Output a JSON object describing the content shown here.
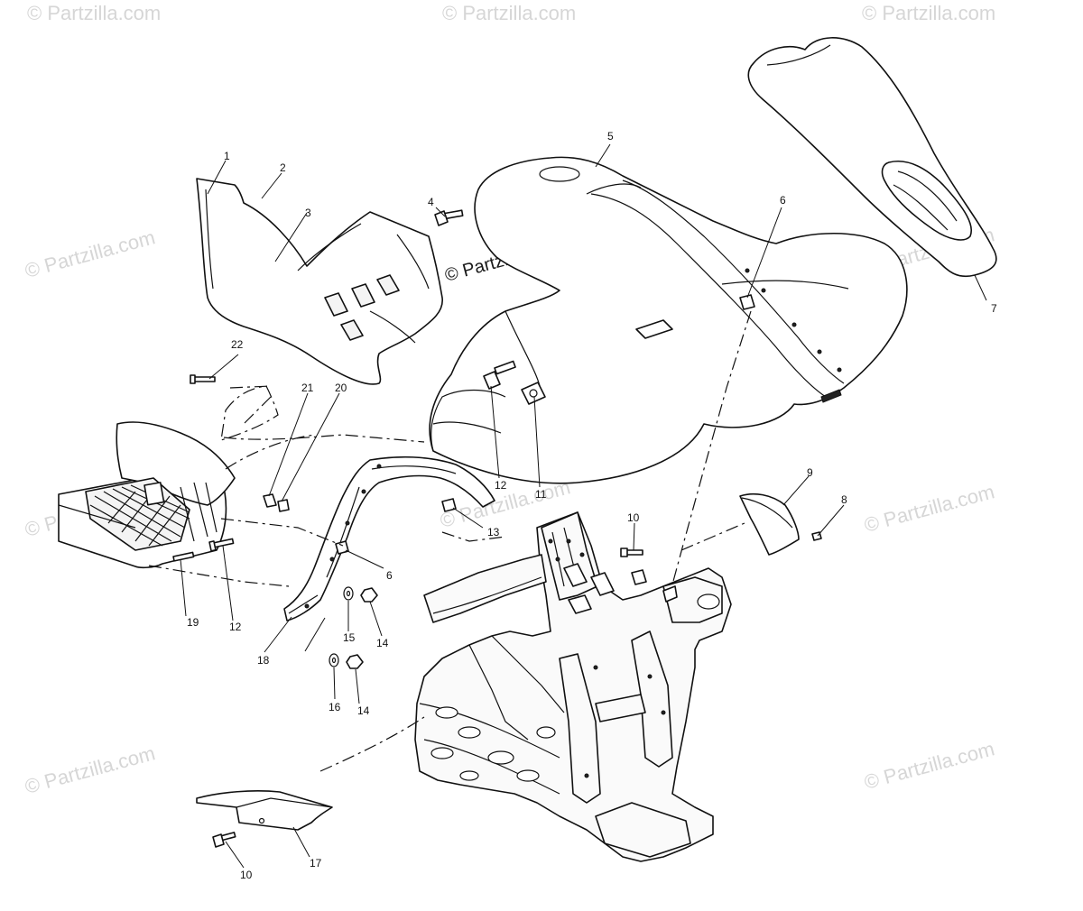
{
  "watermark": {
    "repeated_text": "© Partzilla.com",
    "center_text": "© Partzilla.com"
  },
  "callouts": [
    {
      "id": "c1",
      "text": "1"
    },
    {
      "id": "c2",
      "text": "2"
    },
    {
      "id": "c3",
      "text": "3"
    },
    {
      "id": "c4",
      "text": "4"
    },
    {
      "id": "c5",
      "text": "5"
    },
    {
      "id": "c6a",
      "text": "6"
    },
    {
      "id": "c7",
      "text": "7"
    },
    {
      "id": "c8",
      "text": "8"
    },
    {
      "id": "c9",
      "text": "9"
    },
    {
      "id": "c10a",
      "text": "10"
    },
    {
      "id": "c11",
      "text": "11"
    },
    {
      "id": "c12a",
      "text": "12"
    },
    {
      "id": "c13",
      "text": "13"
    },
    {
      "id": "c6b",
      "text": "6"
    },
    {
      "id": "c14a",
      "text": "14"
    },
    {
      "id": "c15",
      "text": "15"
    },
    {
      "id": "c16",
      "text": "16"
    },
    {
      "id": "c14b",
      "text": "14"
    },
    {
      "id": "c17",
      "text": "17"
    },
    {
      "id": "c18",
      "text": "18"
    },
    {
      "id": "c19",
      "text": "19"
    },
    {
      "id": "c12b",
      "text": "12"
    },
    {
      "id": "c20",
      "text": "20"
    },
    {
      "id": "c21",
      "text": "21"
    },
    {
      "id": "c22",
      "text": "22"
    },
    {
      "id": "c10b",
      "text": "10"
    }
  ]
}
